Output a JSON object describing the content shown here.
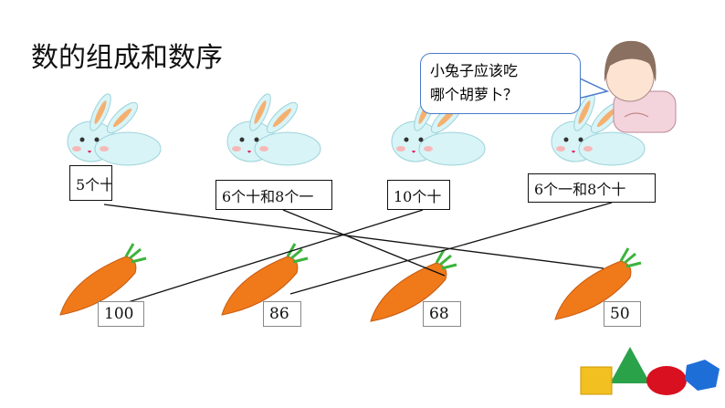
{
  "title": "数的组成和数序",
  "bubble": {
    "line1": "小兔子应该吃",
    "line2": "哪个胡萝卜？"
  },
  "rabbit_labels": [
    "5个十",
    "6个十和8个一",
    "10个十",
    "6个一和8个十"
  ],
  "carrot_numbers": [
    "100",
    "86",
    "68",
    "50"
  ],
  "matches": [
    {
      "label": "5个十",
      "number": "50"
    },
    {
      "label": "6个十和8个一",
      "number": "68"
    },
    {
      "label": "10个十",
      "number": "100"
    },
    {
      "label": "6个一和8个十",
      "number": "86"
    }
  ],
  "colors": {
    "carrot": "#f07a1a",
    "leaf": "#3cb43c",
    "rabbit": "#d8f4f6",
    "bubble_border": "#4a7cc9"
  }
}
